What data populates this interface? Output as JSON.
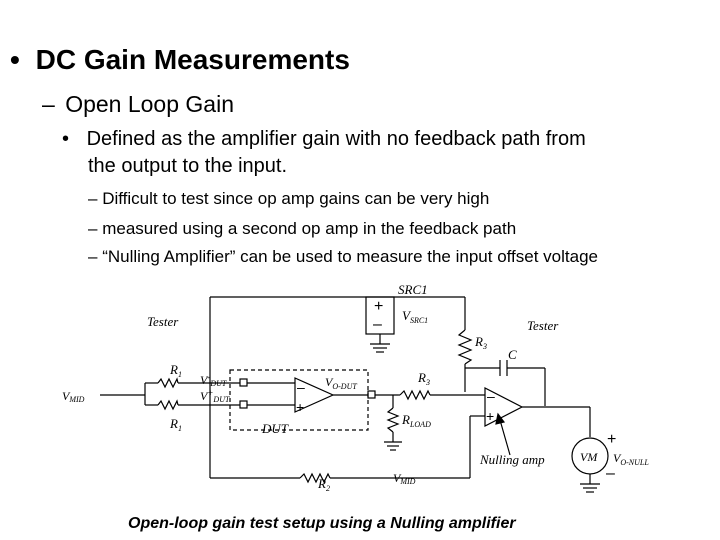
{
  "slide": {
    "heading": {
      "bullet": "•",
      "text": "DC Gain Measurements"
    },
    "subheading": {
      "dash": "–",
      "text": "Open Loop Gain"
    },
    "point": {
      "bullet": "•",
      "line1": "Defined as the amplifier gain with no feedback path from",
      "line2": "the output to the input."
    },
    "subpoints": [
      {
        "dash": "–",
        "text": "Difficult to test since op amp gains can be very high"
      },
      {
        "dash": "–",
        "text": "measured using a second op amp in the feedback path"
      },
      {
        "dash": "–",
        "text": "“Nulling Amplifier” can be used to measure the input offset voltage"
      }
    ]
  },
  "circuit": {
    "src1_label": "SRC1",
    "vsrc1": {
      "main": "V",
      "sub": "SRC1"
    },
    "tester_left": "Tester",
    "tester_right": "Tester",
    "r1_top": {
      "main": "R",
      "sub": "1"
    },
    "r1_bottom": {
      "main": "R",
      "sub": "1"
    },
    "vmid_left": {
      "main": "V",
      "sub": "MID"
    },
    "vminus_dut": {
      "main": "V",
      "sup": "-",
      "sub": "DUT"
    },
    "vplus_dut": {
      "main": "V",
      "sup": "+",
      "sub": "DUT"
    },
    "vo_dut": {
      "main": "V",
      "sub": "O-DUT"
    },
    "dut_label": "DUT",
    "r3_top": {
      "main": "R",
      "sub": "3"
    },
    "r3_mid": {
      "main": "R",
      "sub": "3"
    },
    "c_label": "C",
    "rload": {
      "main": "R",
      "sub": "LOAD"
    },
    "nulling_amp_label": "Nulling amp",
    "r2": {
      "main": "R",
      "sub": "2"
    },
    "vmid_bottom": {
      "main": "V",
      "sub": "MID"
    },
    "vm_label": "VM",
    "vo_null": {
      "main": "V",
      "sub": "O-NULL"
    },
    "plus_sign": "+",
    "minus_sign": "–"
  },
  "caption": "Open-loop gain test setup using a Nulling amplifier"
}
